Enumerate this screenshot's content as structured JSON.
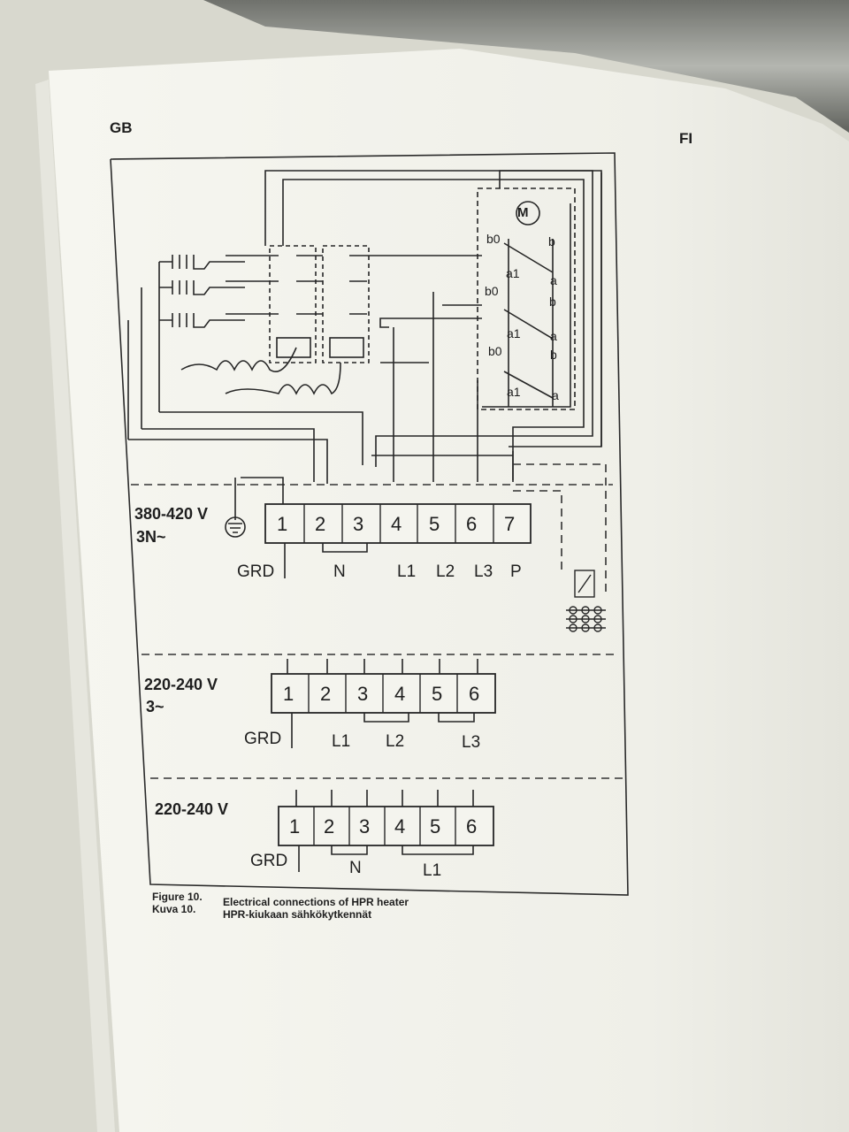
{
  "page": {
    "left_header": "GB",
    "right_header": "FI"
  },
  "diagram": {
    "motor_label": "M",
    "relay_contacts": {
      "b0": "b0",
      "a1": "a1",
      "b": "b",
      "a": "a"
    },
    "section_380": {
      "voltage": "380-420 V",
      "phase": "3N~",
      "terminals": [
        "1",
        "2",
        "3",
        "4",
        "5",
        "6",
        "7"
      ],
      "labels": {
        "grd": "GRD",
        "n": "N",
        "l1": "L1",
        "l2": "L2",
        "l3": "L3",
        "p": "P"
      }
    },
    "section_220_3": {
      "voltage": "220-240 V",
      "phase": "3~",
      "terminals": [
        "1",
        "2",
        "3",
        "4",
        "5",
        "6"
      ],
      "labels": {
        "grd": "GRD",
        "l1": "L1",
        "l2": "L2",
        "l3": "L3"
      }
    },
    "section_220_1": {
      "voltage": "220-240 V",
      "terminals": [
        "1",
        "2",
        "3",
        "4",
        "5",
        "6"
      ],
      "labels": {
        "grd": "GRD",
        "n": "N",
        "l1": "L1"
      }
    }
  },
  "caption": {
    "figure_no": "Figure 10.",
    "figure_text": "Electrical connections of HPR heater",
    "kuva_no": "Kuva 10.",
    "kuva_text": "HPR-kiukaan sähkökytkennät"
  },
  "colors": {
    "paper": "#f2f2ec",
    "ink": "#1e1e1e",
    "background": "#d9d9cf",
    "rail": "#8a8c86"
  }
}
